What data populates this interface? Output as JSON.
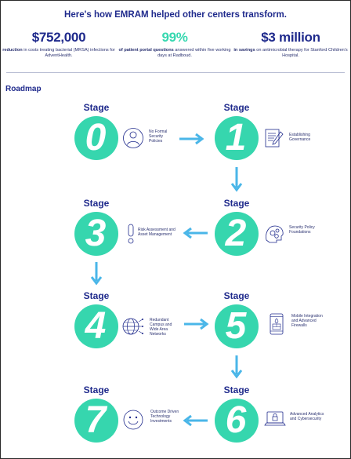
{
  "headline": "Here's how EMRAM helped other centers transform.",
  "stats": [
    {
      "value": "$752,000",
      "bold": "reduction",
      "rest": " in costs treating bacterial (MRSA) infections for AdventHealth.",
      "color": "#1f2a8c"
    },
    {
      "value": "99%",
      "bold": "of patient portal questions",
      "rest": " answered within five working days at Radboud.",
      "color": "#36d8b0"
    },
    {
      "value": "$3 million",
      "bold": "in savings",
      "rest": " on antimicrobial therapy for Stanford Children's Hospital.",
      "color": "#1f2a8c"
    }
  ],
  "roadmap_title": "Roadmap",
  "stage_word": "Stage",
  "stages": [
    {
      "num": "0",
      "caption": "No Formal Security Policies",
      "icon": "person-icon"
    },
    {
      "num": "1",
      "caption": "Establishing Governance",
      "icon": "document-pen-icon"
    },
    {
      "num": "2",
      "caption": "Security Policy Foundations",
      "icon": "gears-head-icon"
    },
    {
      "num": "3",
      "caption": "Risk Assessment and Asset Management",
      "icon": "exclamation-icon"
    },
    {
      "num": "4",
      "caption": "Redundant Campus and Wide Area Networks",
      "icon": "globe-network-icon"
    },
    {
      "num": "5",
      "caption": "Mobile Integration and Advanced Firewalls",
      "icon": "mobile-firewall-icon"
    },
    {
      "num": "6",
      "caption": "Advanced Analytics and Cybersecurity",
      "icon": "laptop-lock-icon"
    },
    {
      "num": "7",
      "caption": "Outcome Driven Technology Investments",
      "icon": "smiley-icon"
    }
  ],
  "colors": {
    "navy": "#1f2a8c",
    "teal": "#36d6ae",
    "arrow": "#4ab6e8"
  }
}
